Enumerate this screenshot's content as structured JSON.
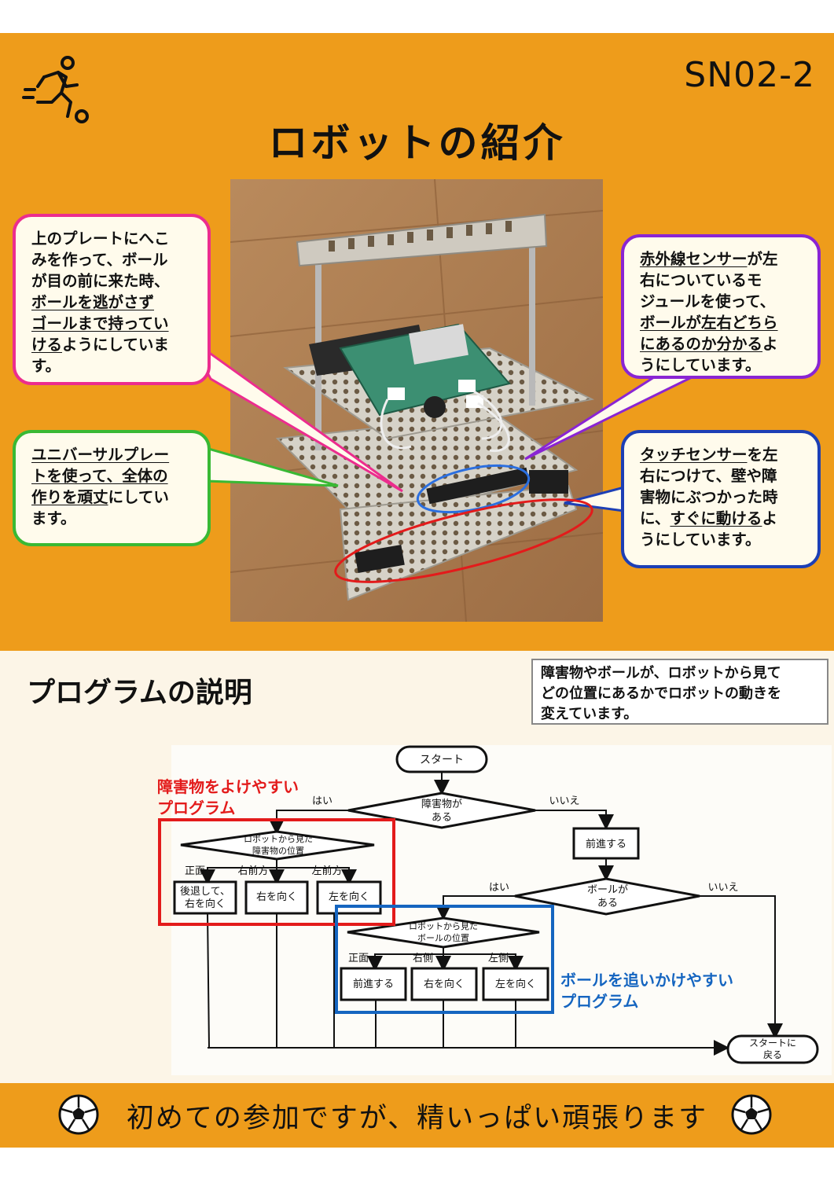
{
  "header": {
    "code": "SN02-2",
    "title": "ロボットの紹介"
  },
  "bubbles": {
    "top_left": {
      "l1": "上のプレートにへこ",
      "l2": "みを作って、ボール",
      "l3": "が目の前に来た時、",
      "l4": "ボールを逃がさず",
      "l5": "ゴールまで持ってい",
      "l6a": "ける",
      "l6b": "ようにしていま",
      "l7": "す。"
    },
    "mid_left": {
      "l1": "ユニバーサルプレー",
      "l2a": "トを使って、",
      "l2b": "全体の",
      "l3a": "作りを頑丈",
      "l3b": "にしてい",
      "l4": "ます。"
    },
    "top_right": {
      "l1a": "赤外線センサー",
      "l1b": "が左",
      "l2": "右についているモ",
      "l3": "ジュールを使って、",
      "l4": "ボールが左右どちら",
      "l5a": "にあるのか分かる",
      "l5b": "よ",
      "l6": "うにしています。"
    },
    "mid_right": {
      "l1a": "タッチセンサー",
      "l1b": "を左",
      "l2": "右につけて、壁や障",
      "l3": "害物にぶつかった時",
      "l4a": "に、",
      "l4b": "すぐに動ける",
      "l4c": "よ",
      "l5": "うにしています。"
    }
  },
  "program": {
    "title": "プログラムの説明",
    "note_l1": "障害物やボールが、ロボットから見て",
    "note_l2": "どの位置にあるかでロボットの動きを",
    "note_l3": "変えています。"
  },
  "flowchart": {
    "start": "スタート",
    "obstacle_q_l1": "障害物が",
    "obstacle_q_l2": "ある",
    "yes1": "はい",
    "no1": "いいえ",
    "forward": "前進する",
    "obstacle_pos_l1": "ロボットから見た",
    "obstacle_pos_l2": "障害物の位置",
    "front": "正面",
    "right_front": "右前方",
    "left_front": "左前方",
    "back_l1": "後退して、",
    "back_l2": "右を向く",
    "turn_right": "右を向く",
    "turn_left": "左を向く",
    "ball_q_l1": "ボールが",
    "ball_q_l2": "ある",
    "yes2": "はい",
    "no2": "いいえ",
    "ball_pos_l1": "ロボットから見た",
    "ball_pos_l2": "ボールの位置",
    "front2": "正面",
    "right_side": "右側",
    "left_side": "左側",
    "forward2": "前進する",
    "turn_right2": "右を向く",
    "turn_left2": "左を向く",
    "return_l1": "スタートに",
    "return_l2": "戻る",
    "red_label_l1": "障害物をよけやすい",
    "red_label_l2": "プログラム",
    "blue_label_l1": "ボールを追いかけやすい",
    "blue_label_l2": "プログラム"
  },
  "footer": {
    "text": "初めての参加ですが、精いっぱい頑張ります"
  },
  "colors": {
    "orange": "#ee9c1b",
    "pink": "#ec2d8e",
    "green": "#39b934",
    "purple": "#8a25d3",
    "blue": "#1d3fb5",
    "red": "#e31b1b",
    "label_blue": "#1565c0"
  },
  "icons": [
    "running-person-icon",
    "soccer-ball-icon"
  ]
}
